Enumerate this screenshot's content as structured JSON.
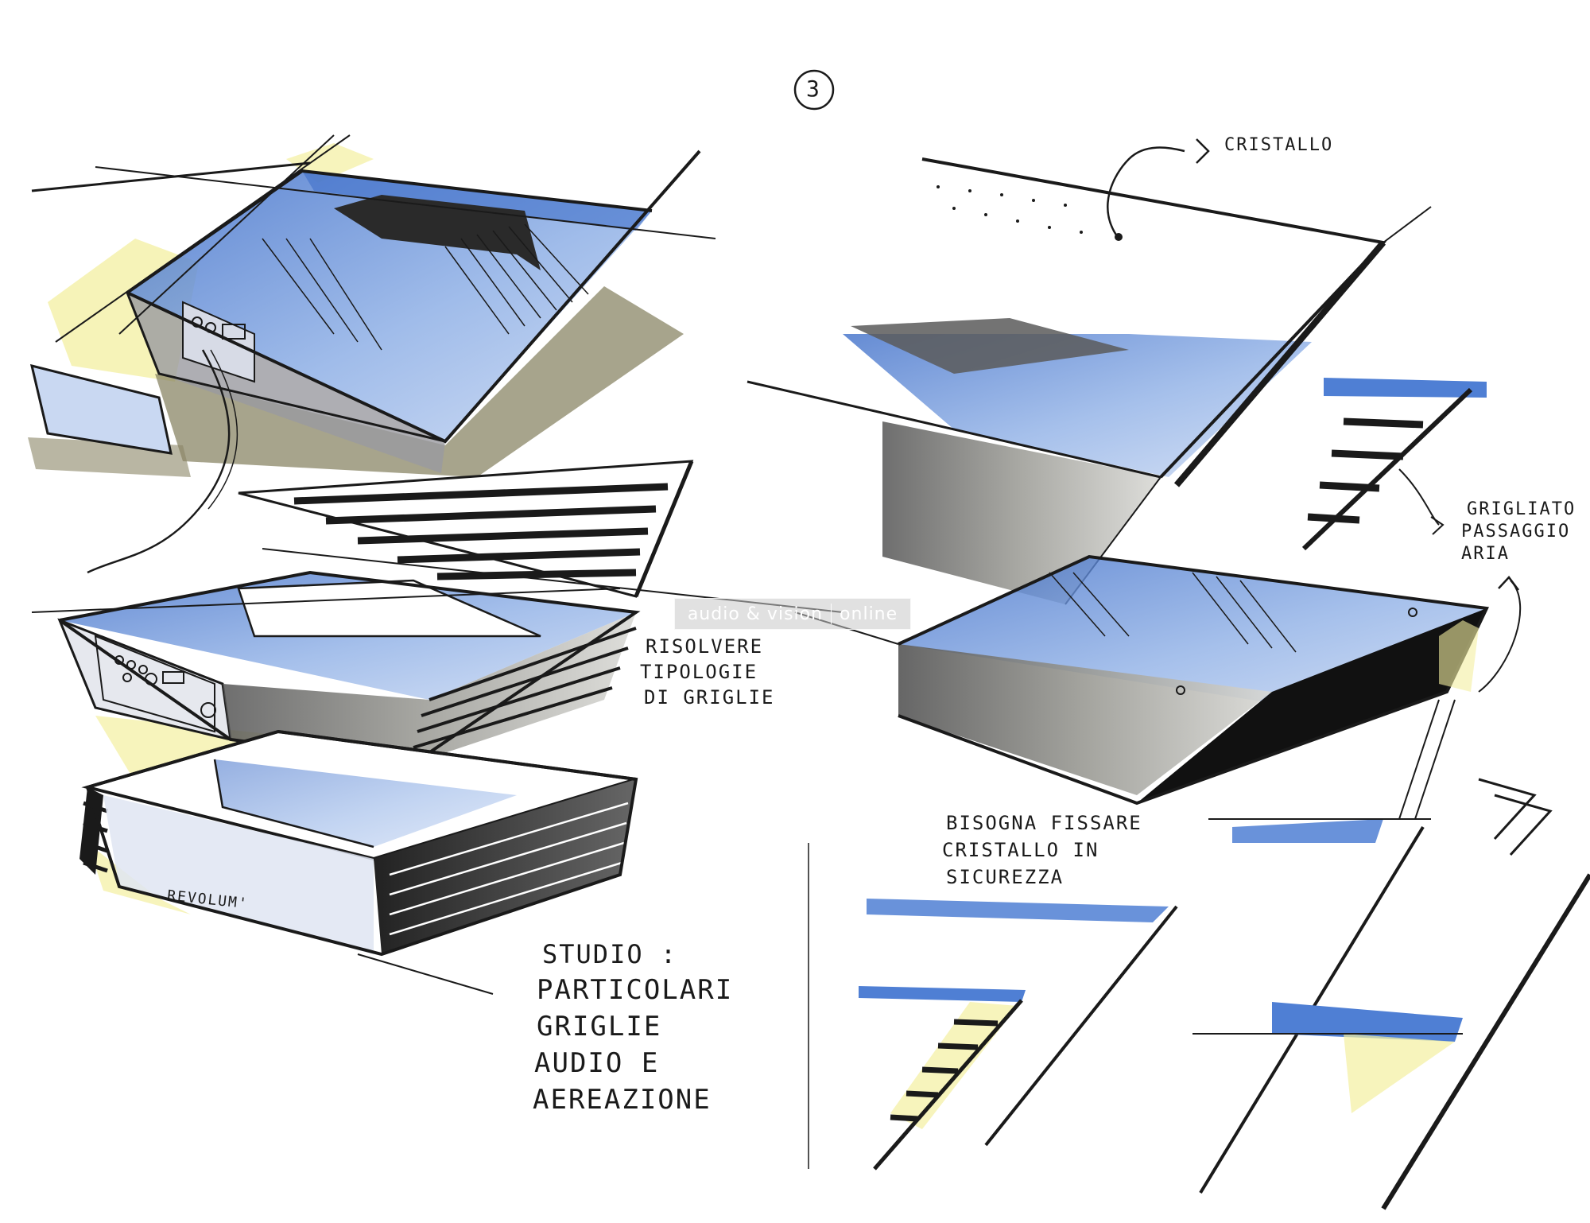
{
  "page_number": "3",
  "labels": {
    "cristallo": "CRISTALLO",
    "grigliato": [
      "GRIGLIATO",
      "PASSAGGIO",
      "ARIA"
    ],
    "risolvere": [
      "RISOLVERE",
      "TIPOLOGIE",
      "DI GRIGLIE"
    ],
    "bisogna": [
      "BISOGNA FISSARE",
      "CRISTALLO IN",
      "SICUREZZA"
    ],
    "revolum": "REVOLUM'",
    "studio": [
      "STUDIO :",
      "PARTICOLARI",
      "GRIGLIE",
      "AUDIO E",
      "AEREAZIONE"
    ]
  },
  "watermark": {
    "left": "audio & vision",
    "right": "online"
  },
  "colors": {
    "ink": "#1a1a1a",
    "marker_blue": "#4f7fd4",
    "marker_yellow": "#f3efa0",
    "marker_gray": "#7d7d76",
    "paper": "#ffffff"
  }
}
